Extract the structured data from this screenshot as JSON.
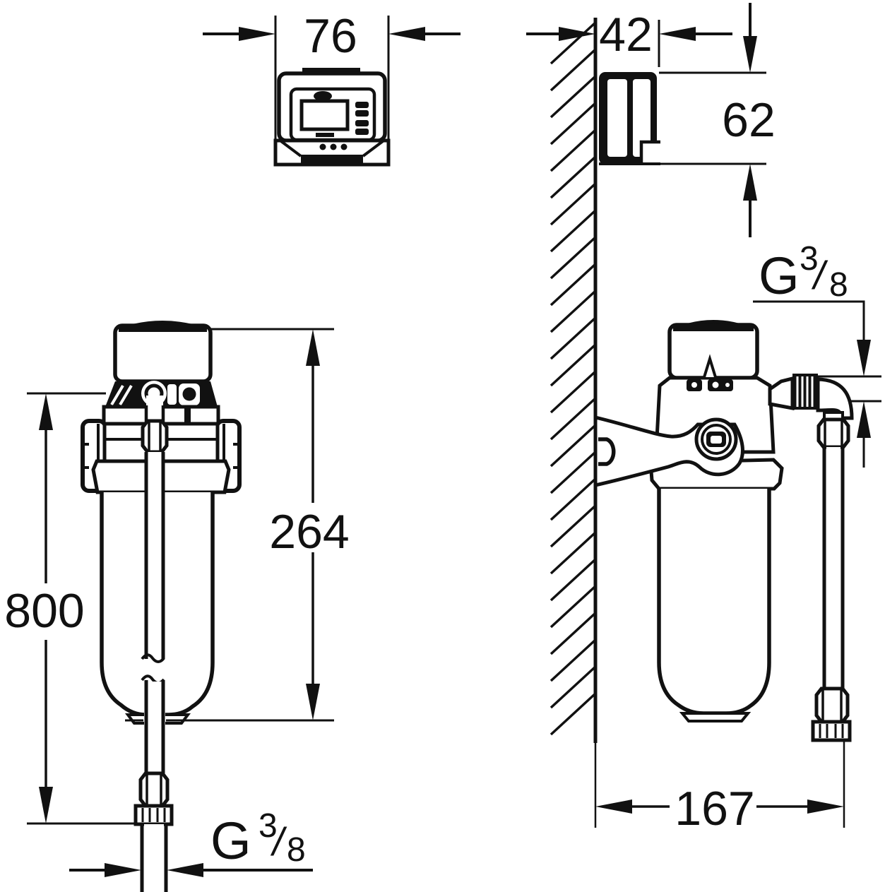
{
  "colors": {
    "line": "#111111",
    "background": "#ffffff"
  },
  "labels": {
    "unit_width": "76",
    "unit_depth": "42",
    "unit_height": "62",
    "filter_height": "264",
    "hose_length": "800",
    "wall_distance": "167",
    "thread": {
      "g": "G",
      "numerator": "3",
      "slash": "/",
      "denominator": "8"
    }
  }
}
